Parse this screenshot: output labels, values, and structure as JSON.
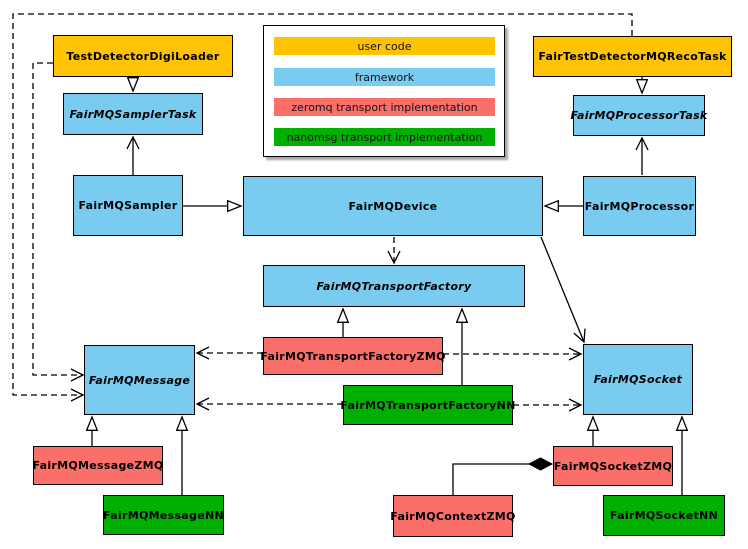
{
  "legend": {
    "items": [
      {
        "label": "user code",
        "color": "#FFC303"
      },
      {
        "label": "framework",
        "color": "#7ACBF0"
      },
      {
        "label": "zeromq transport implementation",
        "color": "#FB6F6A"
      },
      {
        "label": "nanomsg transport implementation",
        "color": "#00B000"
      }
    ]
  },
  "nodes": {
    "testDetectorDigiLoader": {
      "label": "TestDetectorDigiLoader",
      "color": "#FFC303",
      "category": "user code"
    },
    "fairTestDetectorMQRecoTask": {
      "label": "FairTestDetectorMQRecoTask",
      "color": "#FFC303",
      "category": "user code"
    },
    "samplerTask": {
      "label": "FairMQSamplerTask",
      "color": "#7ACBF0",
      "category": "framework"
    },
    "processorTask": {
      "label": "FairMQProcessorTask",
      "color": "#7ACBF0",
      "category": "framework"
    },
    "sampler": {
      "label": "FairMQSampler",
      "color": "#7ACBF0",
      "category": "framework"
    },
    "device": {
      "label": "FairMQDevice",
      "color": "#7ACBF0",
      "category": "framework"
    },
    "processor": {
      "label": "FairMQProcessor",
      "color": "#7ACBF0",
      "category": "framework"
    },
    "transportFactory": {
      "label": "FairMQTransportFactory",
      "color": "#7ACBF0",
      "category": "framework"
    },
    "transportFactoryZMQ": {
      "label": "FairMQTransportFactoryZMQ",
      "color": "#FB6F6A",
      "category": "zeromq transport implementation"
    },
    "transportFactoryNN": {
      "label": "FairMQTransportFactoryNN",
      "color": "#00B000",
      "category": "nanomsg transport implementation"
    },
    "message": {
      "label": "FairMQMessage",
      "color": "#7ACBF0",
      "category": "framework"
    },
    "socket": {
      "label": "FairMQSocket",
      "color": "#7ACBF0",
      "category": "framework"
    },
    "messageZMQ": {
      "label": "FairMQMessageZMQ",
      "color": "#FB6F6A",
      "category": "zeromq transport implementation"
    },
    "messageNN": {
      "label": "FairMQMessageNN",
      "color": "#00B000",
      "category": "nanomsg transport implementation"
    },
    "contextZMQ": {
      "label": "FairMQContextZMQ",
      "color": "#FB6F6A",
      "category": "zeromq transport implementation"
    },
    "socketZMQ": {
      "label": "FairMQSocketZMQ",
      "color": "#FB6F6A",
      "category": "zeromq transport implementation"
    },
    "socketNN": {
      "label": "FairMQSocketNN",
      "color": "#00B000",
      "category": "nanomsg transport implementation"
    }
  },
  "relationships": [
    {
      "from": "TestDetectorDigiLoader",
      "to": "FairMQSamplerTask",
      "type": "inheritance"
    },
    {
      "from": "FairTestDetectorMQRecoTask",
      "to": "FairMQProcessorTask",
      "type": "inheritance"
    },
    {
      "from": "FairMQSampler",
      "to": "FairMQSamplerTask",
      "type": "association"
    },
    {
      "from": "FairMQProcessor",
      "to": "FairMQProcessorTask",
      "type": "association"
    },
    {
      "from": "FairMQSampler",
      "to": "FairMQDevice",
      "type": "inheritance"
    },
    {
      "from": "FairMQProcessor",
      "to": "FairMQDevice",
      "type": "inheritance"
    },
    {
      "from": "FairMQDevice",
      "to": "FairMQTransportFactory",
      "type": "dependency"
    },
    {
      "from": "FairMQDevice",
      "to": "FairMQSocket",
      "type": "association"
    },
    {
      "from": "FairMQTransportFactoryZMQ",
      "to": "FairMQTransportFactory",
      "type": "inheritance"
    },
    {
      "from": "FairMQTransportFactoryNN",
      "to": "FairMQTransportFactory",
      "type": "inheritance"
    },
    {
      "from": "FairMQTransportFactoryZMQ",
      "to": "FairMQMessage",
      "type": "dependency"
    },
    {
      "from": "FairMQTransportFactoryZMQ",
      "to": "FairMQSocket",
      "type": "dependency"
    },
    {
      "from": "FairMQTransportFactoryNN",
      "to": "FairMQMessage",
      "type": "dependency"
    },
    {
      "from": "FairMQTransportFactoryNN",
      "to": "FairMQSocket",
      "type": "dependency"
    },
    {
      "from": "TestDetectorDigiLoader",
      "to": "FairMQMessage",
      "type": "dependency"
    },
    {
      "from": "FairTestDetectorMQRecoTask",
      "to": "FairMQMessage",
      "type": "dependency"
    },
    {
      "from": "FairMQMessageZMQ",
      "to": "FairMQMessage",
      "type": "inheritance"
    },
    {
      "from": "FairMQMessageNN",
      "to": "FairMQMessage",
      "type": "inheritance"
    },
    {
      "from": "FairMQSocketZMQ",
      "to": "FairMQSocket",
      "type": "inheritance"
    },
    {
      "from": "FairMQSocketNN",
      "to": "FairMQSocket",
      "type": "inheritance"
    },
    {
      "from": "FairMQContextZMQ",
      "to": "FairMQSocketZMQ",
      "type": "composition"
    }
  ]
}
